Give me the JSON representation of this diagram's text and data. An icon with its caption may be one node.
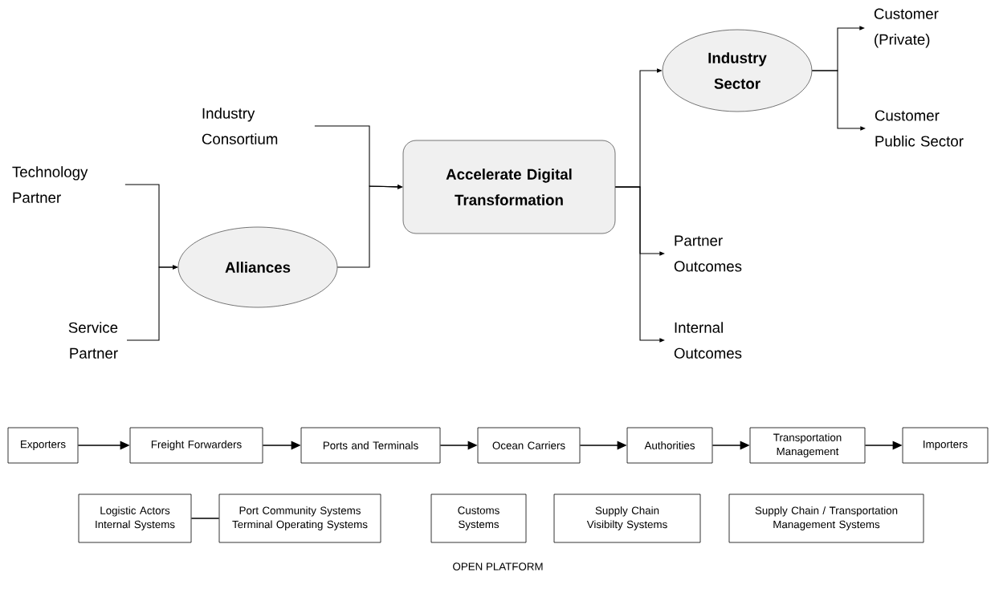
{
  "diagram": {
    "nodes": [
      {
        "text": [
          "Technology Partner"
        ]
      },
      {
        "text": [
          "Service Partner"
        ]
      },
      {
        "text": [
          "Alliances"
        ]
      },
      {
        "text": [
          "Industry Consortium"
        ]
      },
      {
        "text": [
          "Accelerate Digital Transformation"
        ]
      },
      {
        "text": [
          "Industry Sector"
        ]
      },
      {
        "text": [
          "Customer (Private)"
        ]
      },
      {
        "text": [
          "Customer Public Sector"
        ]
      },
      {
        "text": [
          "Partner Outcomes"
        ]
      },
      {
        "text": [
          "Internal Outcomes"
        ]
      },
      {
        "text": [
          "Exporters"
        ]
      },
      {
        "text": [
          "Freight Forwarders"
        ]
      },
      {
        "text": [
          "Ports and Terminals"
        ]
      },
      {
        "text": [
          "Ocean Carriers"
        ]
      },
      {
        "text": [
          "Authorities"
        ]
      },
      {
        "text": [
          "Transportation Management"
        ]
      },
      {
        "text": [
          "Importers"
        ]
      },
      {
        "text": [
          "Logistic Actors Internal Systems"
        ]
      },
      {
        "text": [
          "Port Community Systems Terminal Operating Systems"
        ]
      },
      {
        "text": [
          "Customs Systems"
        ]
      },
      {
        "text": [
          "Supply Chain Visibilty Systems"
        ]
      },
      {
        "text": [
          "Supply Chain / Transportation Management Systems"
        ]
      }
    ],
    "edges": [
      {
        "from": 0,
        "to": 2,
        "arrow": "to"
      },
      {
        "from": 1,
        "to": 2,
        "arrow": "to"
      },
      {
        "from": 3,
        "to": 4,
        "arrow": "to"
      },
      {
        "from": 2,
        "to": 4,
        "arrow": "to"
      },
      {
        "from": 4,
        "to": 5,
        "arrow": "to"
      },
      {
        "from": 4,
        "to": 8,
        "arrow": "to"
      },
      {
        "from": 4,
        "to": 9,
        "arrow": "to"
      },
      {
        "from": 5,
        "to": 6,
        "arrow": "to"
      },
      {
        "from": 5,
        "to": 7,
        "arrow": "to"
      },
      {
        "from": 10,
        "to": 11,
        "arrow": "to"
      },
      {
        "from": 11,
        "to": 12,
        "arrow": "to"
      },
      {
        "from": 12,
        "to": 13,
        "arrow": "to"
      },
      {
        "from": 13,
        "to": 14,
        "arrow": "to"
      },
      {
        "from": 14,
        "to": 15,
        "arrow": "to"
      },
      {
        "from": 15,
        "to": 16,
        "arrow": "to"
      },
      {
        "from": 17,
        "to": 18,
        "arrow": "none"
      }
    ],
    "labels": [
      "OPEN PLATFORM"
    ]
  }
}
